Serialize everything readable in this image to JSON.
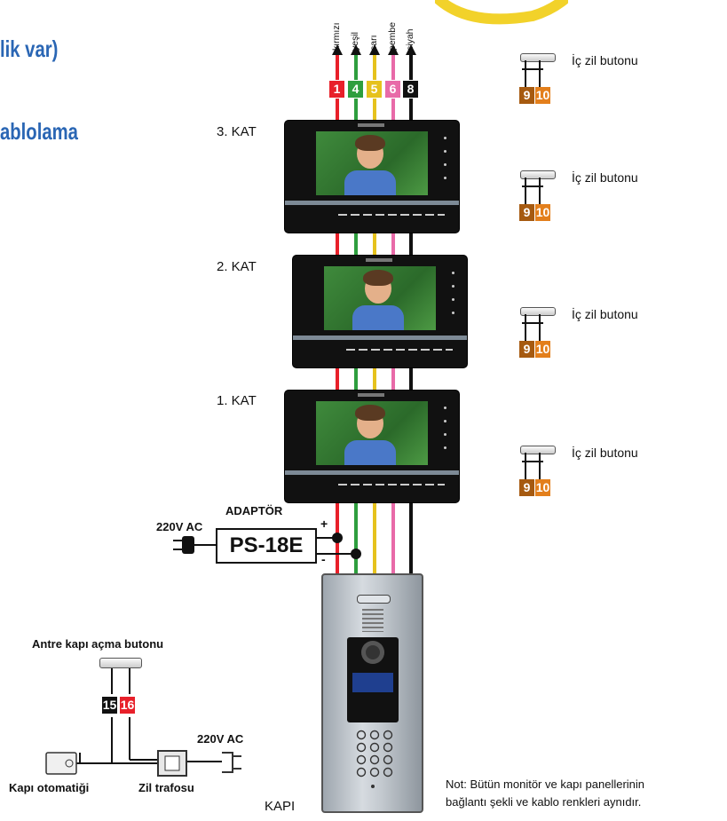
{
  "headings": {
    "line1": "lik var)",
    "line2": "ablolama"
  },
  "wire_colors": [
    "kırmızı",
    "yeşil",
    "sarı",
    "pembe",
    "siyah"
  ],
  "top_terminals": [
    "1",
    "4",
    "5",
    "6",
    "8"
  ],
  "terminal_colors": [
    "#e8202a",
    "#2e9e3e",
    "#e6c21d",
    "#e86aa8",
    "#111111"
  ],
  "floors": [
    "3. KAT",
    "2. KAT",
    "1. KAT"
  ],
  "doorbell": {
    "label": "İç zil butonu",
    "terminals": [
      "9",
      "10"
    ],
    "color": "#c8741e",
    "dark": "#a65a10"
  },
  "adapter": {
    "title": "ADAPTÖR",
    "model": "PS-18E",
    "ac": "220V AC",
    "plus": "+",
    "minus": "-"
  },
  "entrance": {
    "label": "Antre kapı açma butonu",
    "terminals": [
      "15",
      "16"
    ],
    "ac": "220V AC",
    "lock": "Kapı otomatiği",
    "transformer": "Zil trafosu"
  },
  "door_panel": {
    "label": "KAPI"
  },
  "note": {
    "line1": "Not: Bütün monitör ve kapı panellerinin",
    "line2": "bağlantı şekli ve kablo renkleri aynıdır."
  }
}
